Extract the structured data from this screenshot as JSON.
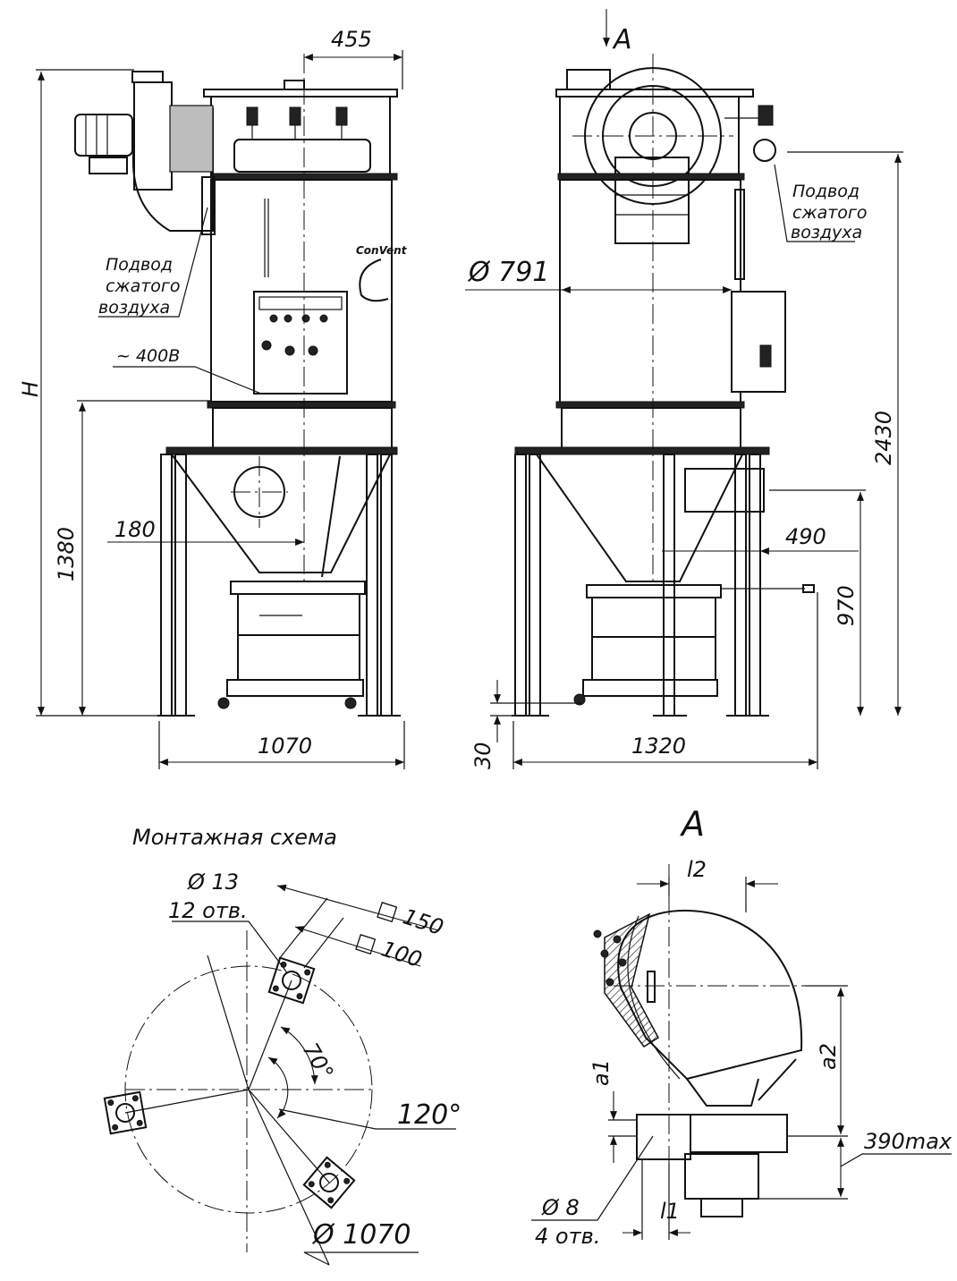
{
  "front_view": {
    "dim_top": "455",
    "dim_height": "H",
    "dim_hopper": "1380",
    "dim_inlet": "180",
    "dim_width": "1070",
    "note_air": [
      "Подвод",
      "сжатого",
      "воздуха"
    ],
    "note_power": "~ 400В"
  },
  "side_view": {
    "view_arrow_label": "A",
    "dim_diameter": "Ø 791",
    "dim_total_height": "2430",
    "dim_outlet": "490",
    "dim_outlet_height": "970",
    "dim_foot": "30",
    "dim_width": "1320",
    "note_air": [
      "Подвод",
      "сжатого",
      "воздуха"
    ]
  },
  "mounting_scheme": {
    "title": "Монтажная схема",
    "hole_dia": "Ø 13",
    "hole_count": "12 отв.",
    "plate_outer": "□ 150",
    "plate_inner": "□ 100",
    "angle_1": "70°",
    "angle_2": "120°",
    "circle_dia": "Ø 1070"
  },
  "view_a": {
    "title": "A",
    "dim_l2": "l2",
    "dim_a1": "a1",
    "dim_a2": "a2",
    "dim_390": "390max",
    "hole_dia": "Ø 8",
    "hole_count": "4 отв.",
    "dim_l1": "l1"
  }
}
